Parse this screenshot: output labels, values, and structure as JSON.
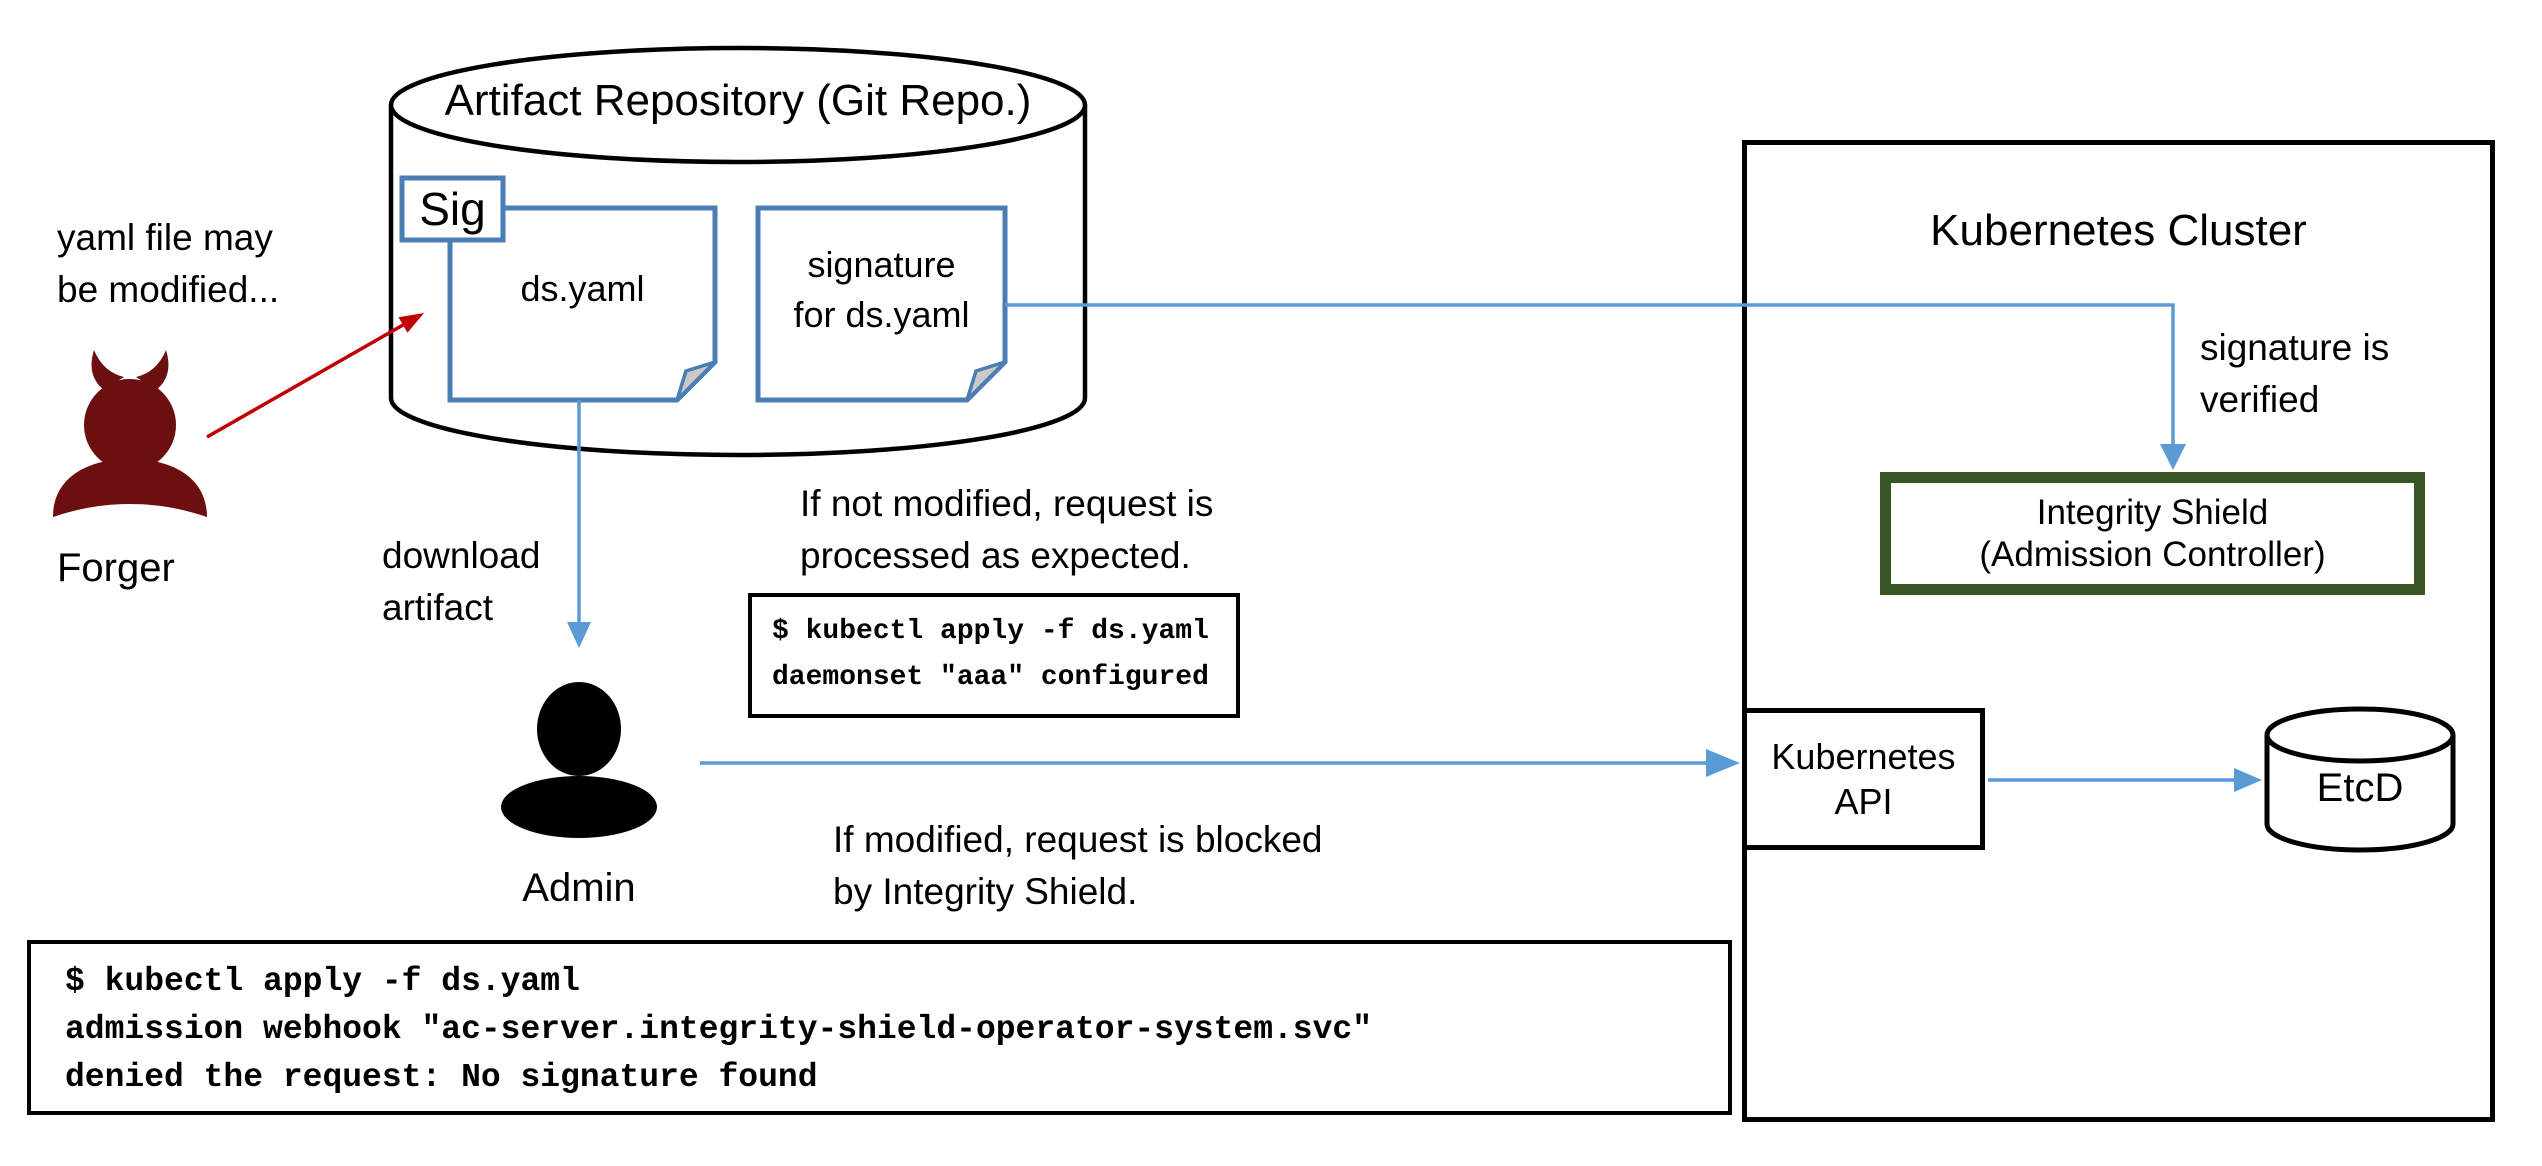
{
  "artifact_repository": {
    "title": "Artifact Repository (Git Repo.)",
    "sig_tag": "Sig",
    "yaml_doc_label": "ds.yaml",
    "signature_doc_line1": "signature",
    "signature_doc_line2": "for ds.yaml"
  },
  "forger": {
    "label": "Forger",
    "note_line1": "yaml file may",
    "note_line2": "be modified..."
  },
  "admin": {
    "label": "Admin",
    "download_line1": "download",
    "download_line2": "artifact"
  },
  "flow_not_modified": {
    "caption_line1": "If not modified, request is",
    "caption_line2": "processed as expected.",
    "terminal_line1": "$ kubectl apply -f ds.yaml",
    "terminal_line2": "daemonset \"aaa\" configured"
  },
  "flow_modified": {
    "caption_line1": "If modified, request is blocked",
    "caption_line2": "by Integrity Shield.",
    "terminal_line1": "$ kubectl apply -f ds.yaml",
    "terminal_line2": "admission webhook \"ac-server.integrity-shield-operator-system.svc\"",
    "terminal_line3": "denied the request: No signature found"
  },
  "cluster": {
    "title": "Kubernetes Cluster",
    "integrity_shield_line1": "Integrity Shield",
    "integrity_shield_line2": "(Admission Controller)",
    "signature_verified_line1": "signature is",
    "signature_verified_line2": "verified",
    "api_line1": "Kubernetes",
    "api_line2": "API",
    "etcd_label": "EtcD"
  },
  "colors": {
    "arrow_blue": "#5B9BD5",
    "note_border_blue": "#4A7DB5",
    "warning_red": "#C00000",
    "forger_maroon": "#6B0F10",
    "shield_green": "#375623"
  }
}
